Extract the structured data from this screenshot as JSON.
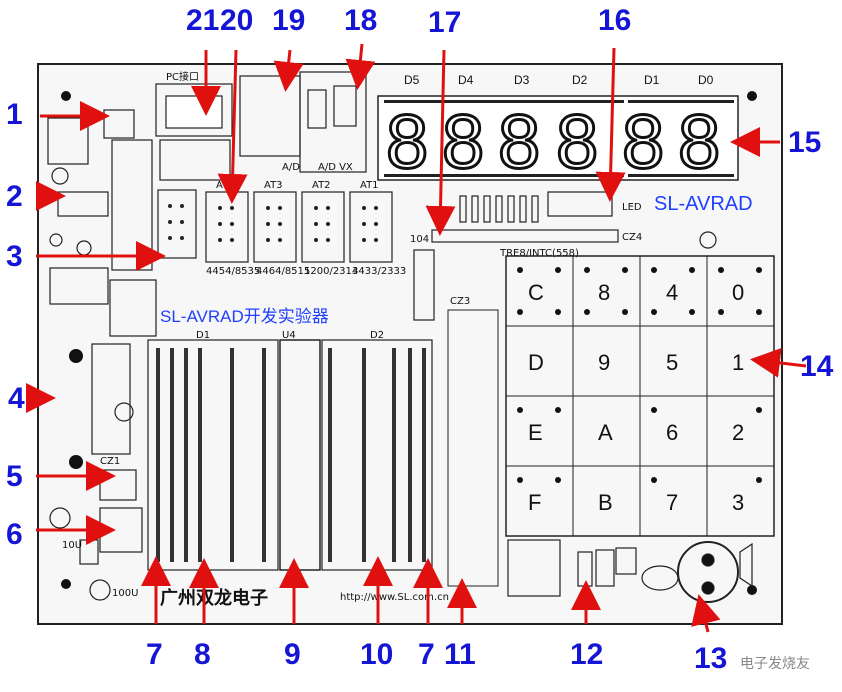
{
  "callouts": [
    "1",
    "2",
    "3",
    "4",
    "5",
    "6",
    "7",
    "8",
    "9",
    "10",
    "7",
    "11",
    "12",
    "13",
    "14",
    "15",
    "16",
    "17",
    "18",
    "19",
    "20",
    "21"
  ],
  "digit_labels": [
    "D5",
    "D4",
    "D3",
    "D2",
    "D1",
    "D0"
  ],
  "display_chars": [
    "8",
    "8",
    "8",
    "8",
    "8",
    "8"
  ],
  "brand": "SL-AVRAD",
  "board_title": "SL-AVRAD开发实验器",
  "company": "广州双龙电子",
  "url": "http://www.SL.com.cn",
  "keys": [
    "C",
    "8",
    "4",
    "0",
    "D",
    "9",
    "5",
    "1",
    "E",
    "A",
    "6",
    "2",
    "F",
    "B",
    "7",
    "3"
  ],
  "silk": {
    "u4": "U4",
    "d1": "D1",
    "d2": "D2",
    "cz1": "CZ1",
    "cz3": "CZ3",
    "cz4": "CZ4",
    "pc_port": "PC接口",
    "ad": "A/D",
    "advx": "A/D VX",
    "at1": "AT1",
    "at2": "AT2",
    "at3": "AT3",
    "at4": "AT4",
    "pkg_at4": "4454/8535",
    "pkg_at3": "4464/8515",
    "pkg_at2": "1200/2313",
    "pkg_at1": "4433/2333",
    "led": "LED",
    "chip": "TRE8/INTC(558)",
    "c104": "104",
    "c10u": "10U",
    "c100u": "100U"
  },
  "watermark": "电子发烧友",
  "colors": {
    "callout": "#1515d6",
    "brand": "#2040ff",
    "board": "#f7f7f7",
    "arrow": "#e01010"
  }
}
